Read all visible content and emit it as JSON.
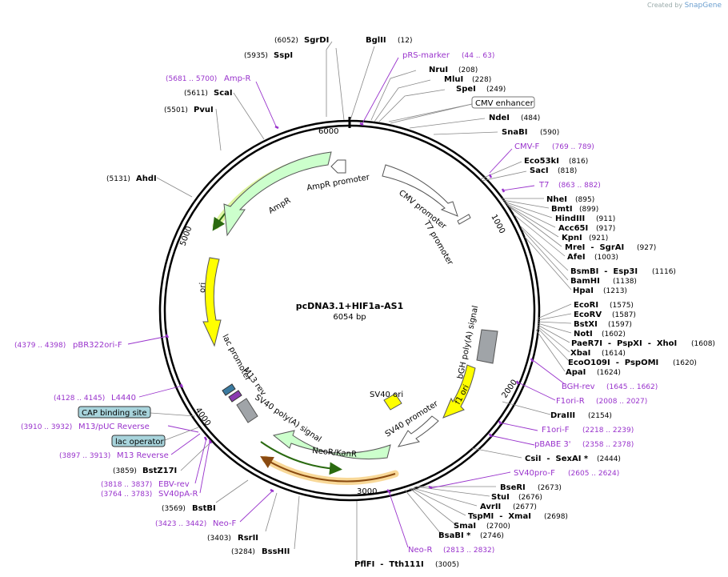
{
  "credit": {
    "prefix": "Created by",
    "brand": "SnapGene"
  },
  "plasmid": {
    "name": "pcDNA3.1+HIF1a-AS1",
    "length_label": "6054 bp"
  },
  "ticks": [
    "1000",
    "2000",
    "3000",
    "4000",
    "5000",
    "6000"
  ],
  "colors": {
    "primer": "#9933cc",
    "ori": "#ffff00",
    "promoter": "#ffffff",
    "resistance": "#ccffcc",
    "polyA": "#a0a4a8",
    "boxed_label": "#a8d4dc"
  },
  "enzymes": [
    {
      "name": "SgrDI",
      "pos": "(6052)"
    },
    {
      "name": "BglII",
      "pos": "(12)"
    },
    {
      "name": "SspI",
      "pos": "(5935)"
    },
    {
      "name": "NruI",
      "pos": "(208)"
    },
    {
      "name": "MluI",
      "pos": "(228)"
    },
    {
      "name": "SpeI",
      "pos": "(249)"
    },
    {
      "name": "NdeI",
      "pos": "(484)"
    },
    {
      "name": "SnaBI",
      "pos": "(590)"
    },
    {
      "name": "Eco53kI",
      "pos": "(816)"
    },
    {
      "name": "SacI",
      "pos": "(818)"
    },
    {
      "name": "NheI",
      "pos": "(895)"
    },
    {
      "name": "BmtI",
      "pos": "(899)"
    },
    {
      "name": "HindIII",
      "pos": "(911)"
    },
    {
      "name": "Acc65I",
      "pos": "(917)"
    },
    {
      "name": "KpnI",
      "pos": "(921)"
    },
    {
      "name": "MreI  -  SgrAI",
      "pos": "(927)"
    },
    {
      "name": "AfeI",
      "pos": "(1003)"
    },
    {
      "name": "BsmBI  -  Esp3I",
      "pos": "(1116)"
    },
    {
      "name": "BamHI",
      "pos": "(1138)"
    },
    {
      "name": "HpaI",
      "pos": "(1213)"
    },
    {
      "name": "EcoRI",
      "pos": "(1575)"
    },
    {
      "name": "EcoRV",
      "pos": "(1587)"
    },
    {
      "name": "BstXI",
      "pos": "(1597)"
    },
    {
      "name": "NotI",
      "pos": "(1602)"
    },
    {
      "name": "PaeR7I  -  PspXI  -  XhoI",
      "pos": "(1608)"
    },
    {
      "name": "XbaI",
      "pos": "(1614)"
    },
    {
      "name": "EcoO109I  -  PspOMI",
      "pos": "(1620)"
    },
    {
      "name": "ApaI",
      "pos": "(1624)"
    },
    {
      "name": "DraIII",
      "pos": "(2154)"
    },
    {
      "name": "CsiI  -  SexAI *",
      "pos": "(2444)"
    },
    {
      "name": "BseRI",
      "pos": "(2673)"
    },
    {
      "name": "StuI",
      "pos": "(2676)"
    },
    {
      "name": "AvrII",
      "pos": "(2677)"
    },
    {
      "name": "TspMI  -  XmaI",
      "pos": "(2698)"
    },
    {
      "name": "SmaI",
      "pos": "(2700)"
    },
    {
      "name": "BsaBI *",
      "pos": "(2746)"
    },
    {
      "name": "PflFI  -  Tth111I",
      "pos": "(3005)"
    },
    {
      "name": "BssHII",
      "pos": "(3284)"
    },
    {
      "name": "RsrII",
      "pos": "(3403)"
    },
    {
      "name": "BstBI",
      "pos": "(3569)"
    },
    {
      "name": "BstZ17I",
      "pos": "(3859)"
    },
    {
      "name": "AhdI",
      "pos": "(5131)"
    },
    {
      "name": "PvuI",
      "pos": "(5501)"
    },
    {
      "name": "ScaI",
      "pos": "(5611)"
    }
  ],
  "primers": [
    {
      "name": "pRS-marker",
      "pos": "(44 .. 63)"
    },
    {
      "name": "CMV-F",
      "pos": "(769 .. 789)"
    },
    {
      "name": "T7",
      "pos": "(863 .. 882)"
    },
    {
      "name": "BGH-rev",
      "pos": "(1645 .. 1662)"
    },
    {
      "name": "F1ori-R",
      "pos": "(2008 .. 2027)"
    },
    {
      "name": "F1ori-F",
      "pos": "(2218 .. 2239)"
    },
    {
      "name": "pBABE 3'",
      "pos": "(2358 .. 2378)"
    },
    {
      "name": "SV40pro-F",
      "pos": "(2605 .. 2624)"
    },
    {
      "name": "Neo-R",
      "pos": "(2813 .. 2832)"
    },
    {
      "name": "Neo-F",
      "pos": "(3423 .. 3442)"
    },
    {
      "name": "SV40pA-R",
      "pos": "(3764 .. 3783)"
    },
    {
      "name": "EBV-rev",
      "pos": "(3818 .. 3837)"
    },
    {
      "name": "M13 Reverse",
      "pos": "(3897 .. 3913)"
    },
    {
      "name": "M13/pUC Reverse",
      "pos": "(3910 .. 3932)"
    },
    {
      "name": "L4440",
      "pos": "(4128 .. 4145)"
    },
    {
      "name": "pBR322ori-F",
      "pos": "(4379 .. 4398)"
    },
    {
      "name": "Amp-R",
      "pos": "(5681 .. 5700)"
    }
  ],
  "boxed_labels": [
    "CMV enhancer",
    "CAP binding site",
    "lac operator"
  ],
  "features": [
    "AmpR promoter",
    "AmpR",
    "CMV promoter",
    "T7 promoter",
    "ori",
    "lac promoter",
    "M13 rev",
    "SV40 poly(A) signal",
    "NeoR/KanR",
    "SV40 promoter",
    "SV40 ori",
    "bGH poly(A) signal",
    "f1 ori"
  ]
}
